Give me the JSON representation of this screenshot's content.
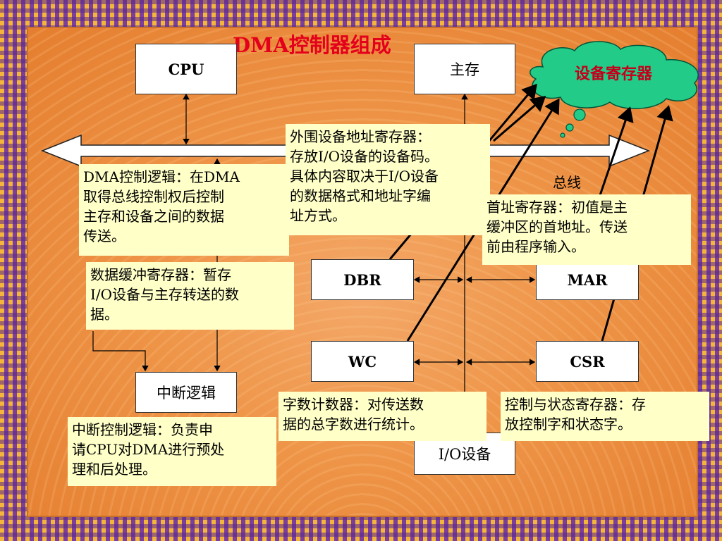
{
  "title": "DMA控制器组成",
  "boxes": {
    "cpu": "CPU",
    "main_memory": "主存",
    "dbr": "DBR",
    "mar": "MAR",
    "wc": "WC",
    "csr": "CSR",
    "interrupt_logic": "中断逻辑",
    "io_device": "I/O设备"
  },
  "cloud_label": "设备寄存器",
  "bus_label": "总线",
  "notes": {
    "dma_logic": [
      "DMA控制逻辑：在DMA",
      "取得总线控制权后控制",
      "主存和设备之间的数据",
      "传送。"
    ],
    "data_buffer": [
      "数据缓冲寄存器：暂存",
      "I/O设备与主存转送的数",
      "据。"
    ],
    "device_addr": [
      "外围设备地址寄存器：",
      "存放I/O设备的设备码。",
      "具体内容取决于I/O设备",
      "的数据格式和地址字编",
      "址方式。"
    ],
    "first_addr": [
      "首址寄存器：初值是主",
      "缓冲区的首地址。传送",
      "前由程序输入。"
    ],
    "word_count": [
      "字数计数器：对传送数",
      "据的总字数进行统计。"
    ],
    "control_status": [
      "控制与状态寄存器：存",
      "放控制字和状态字。"
    ],
    "interrupt": [
      "中断控制逻辑：负责申",
      "请CPU对DMA进行预处",
      "理和后处理。"
    ]
  },
  "colors": {
    "title": "#e4001b",
    "slide_bg": "#ee9447",
    "note_bg": "#ffffc8",
    "cloud_fill": "#22cc88",
    "border_purple": "#5a2f8f",
    "border_gold": "#f3b53a"
  }
}
